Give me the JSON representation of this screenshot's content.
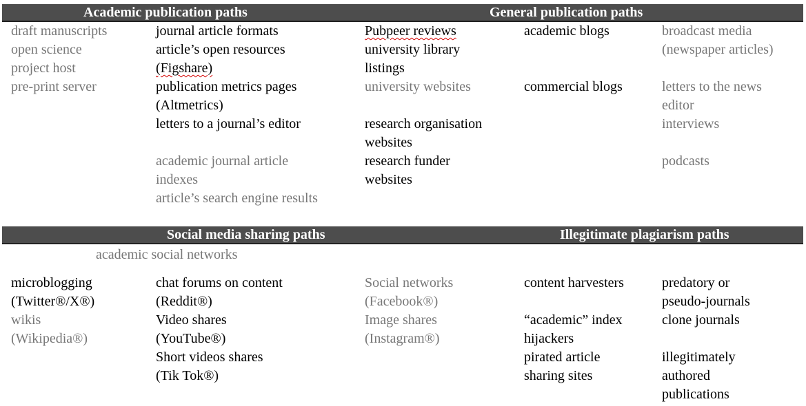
{
  "sections": {
    "academic": {
      "title": "Academic publication paths",
      "col1": [
        "draft manuscripts",
        "open science",
        "project host",
        "pre-print server"
      ],
      "col2": [
        "journal article formats",
        "article’s open resources",
        "(Figshare)",
        "publication metrics pages",
        "(Altmetrics)",
        "letters to a journal’s editor",
        "academic journal article",
        "indexes",
        "article’s search engine results"
      ]
    },
    "general": {
      "title": "General publication paths",
      "col3": [
        "Pubpeer reviews",
        "university library",
        "listings",
        "university websites",
        "research organisation",
        "websites",
        "research funder",
        "websites"
      ],
      "col4": [
        "academic blogs",
        "commercial blogs"
      ],
      "col5": [
        "broadcast media",
        "(newspaper articles)",
        "letters to the news",
        "editor",
        "interviews",
        "podcasts"
      ]
    },
    "social": {
      "title": "Social media sharing paths",
      "spanning": "academic social networks",
      "col1": [
        "microblogging",
        "(Twitter®/X®)",
        "wikis",
        "(Wikipedia®)"
      ],
      "col2": [
        "chat forums on content",
        "(Reddit®)",
        "Video shares",
        "(YouTube®)",
        "Short videos shares",
        "(Tik Tok®)"
      ],
      "col3": [
        "Social networks",
        "(Facebook®)",
        "Image shares",
        "(Instagram®)"
      ]
    },
    "illegitimate": {
      "title": "Illegitimate plagiarism paths",
      "col4": [
        "content harvesters",
        "“academic” index",
        "hijackers",
        "pirated article",
        "sharing sites"
      ],
      "col5": [
        "predatory or",
        "pseudo-journals",
        "clone journals",
        "illegitimately",
        "authored",
        "publications"
      ]
    }
  },
  "colors": {
    "header_bg": "#4d4d4d",
    "header_text": "#ffffff",
    "dark_text": "#000000",
    "grey_text": "#777777"
  }
}
